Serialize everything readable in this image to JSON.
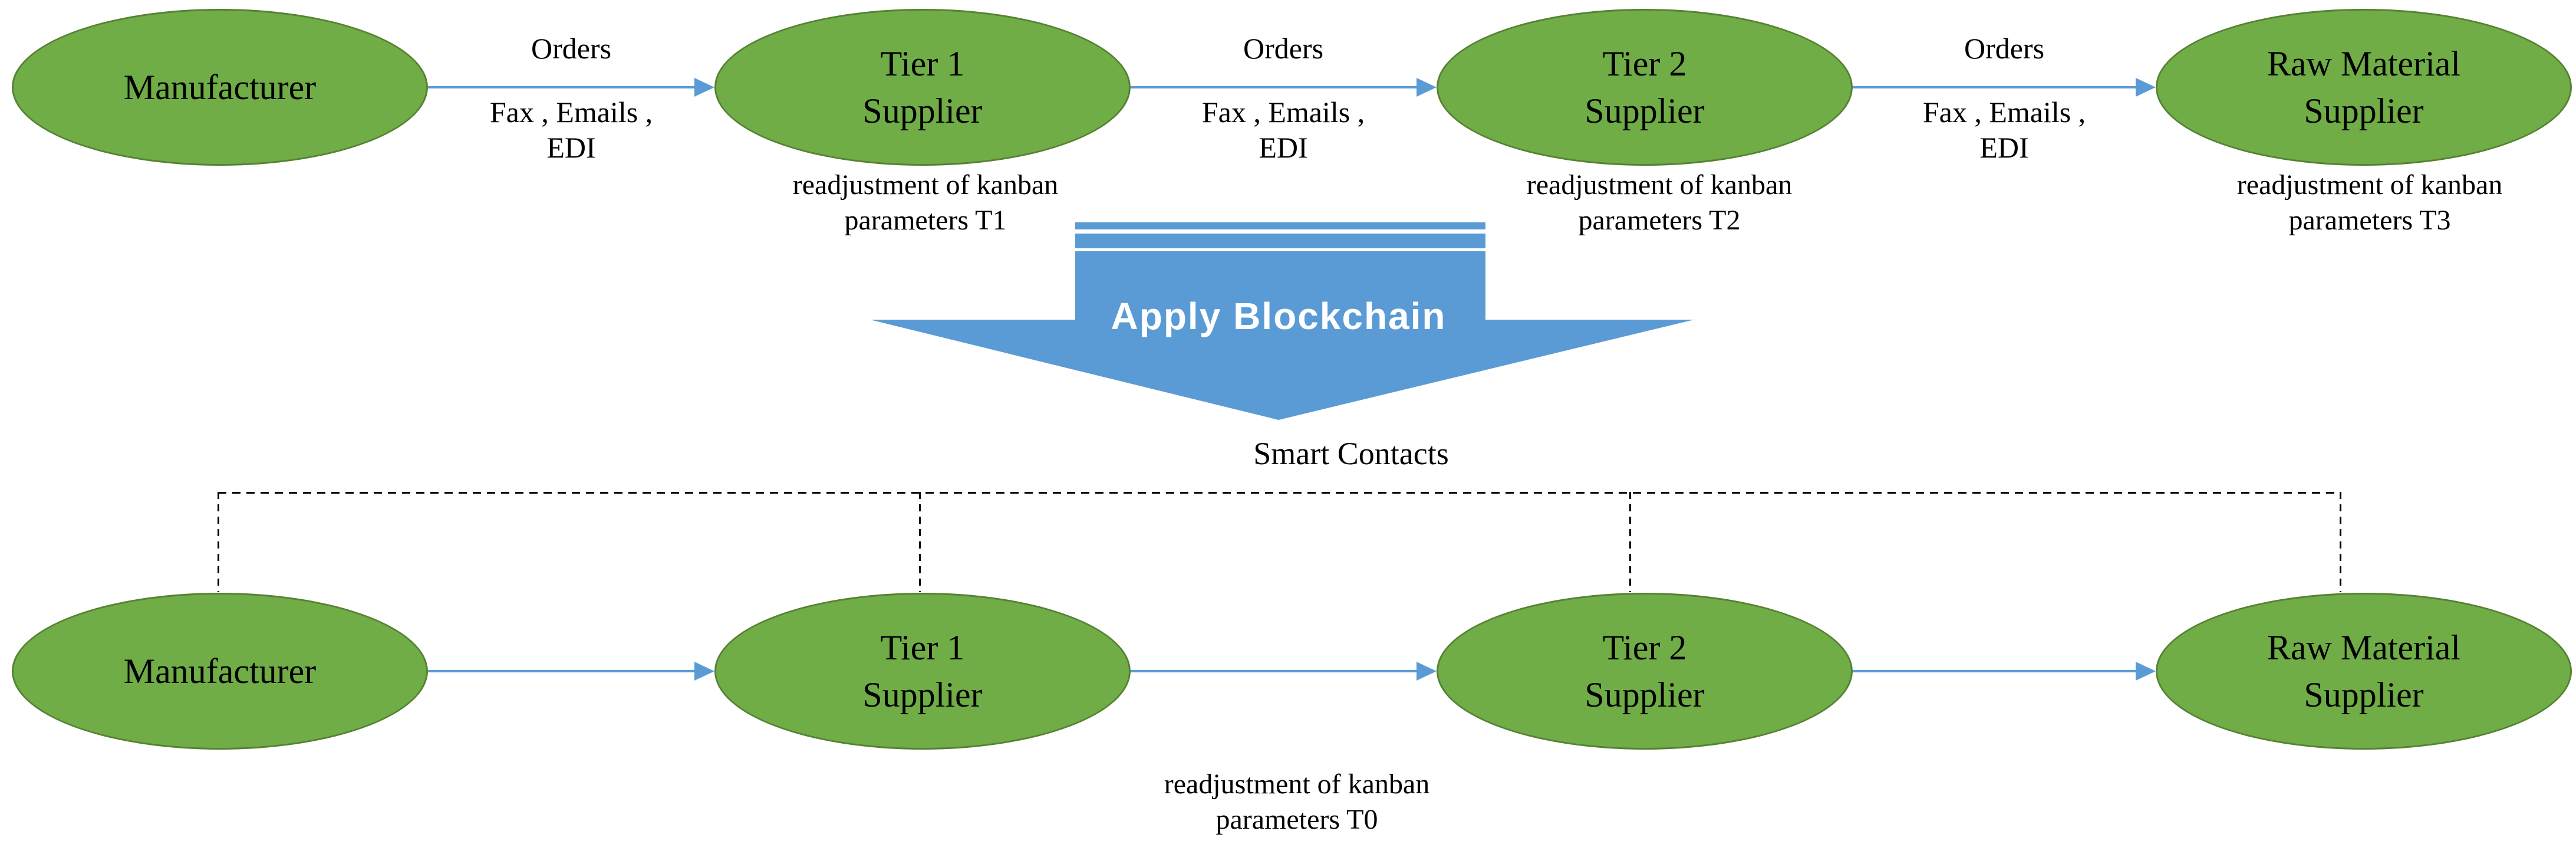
{
  "colors": {
    "node_fill": "#70AD47",
    "node_border": "#568234",
    "arrow_blue": "#5B9BD5",
    "text": "#000000",
    "block_arrow_text": "#FFFFFF"
  },
  "top_row": {
    "nodes": [
      {
        "line1": "Manufacturer"
      },
      {
        "line1": "Tier 1",
        "line2": "Supplier"
      },
      {
        "line1": "Tier 2",
        "line2": "Supplier"
      },
      {
        "line1": "Raw Material",
        "line2": "Supplier"
      }
    ],
    "arrows": [
      {
        "orders": "Orders",
        "channels_line1": "Fax , Emails ,",
        "channels_line2": "EDI"
      },
      {
        "orders": "Orders",
        "channels_line1": "Fax , Emails ,",
        "channels_line2": "EDI"
      },
      {
        "orders": "Orders",
        "channels_line1": "Fax , Emails ,",
        "channels_line2": "EDI"
      }
    ],
    "annotations": [
      {
        "line1": "readjustment of kanban",
        "line2": "parameters T1"
      },
      {
        "line1": "readjustment of kanban",
        "line2": "parameters T2"
      },
      {
        "line1": "readjustment of kanban",
        "line2": "parameters T3"
      }
    ]
  },
  "blockchain": {
    "label": "Apply Blockchain",
    "caption": "Smart Contacts"
  },
  "bottom_row": {
    "nodes": [
      {
        "line1": "Manufacturer"
      },
      {
        "line1": "Tier 1",
        "line2": "Supplier"
      },
      {
        "line1": "Tier 2",
        "line2": "Supplier"
      },
      {
        "line1": "Raw Material",
        "line2": "Supplier"
      }
    ],
    "annotation": {
      "line1": "readjustment of kanban",
      "line2": "parameters T0"
    }
  }
}
